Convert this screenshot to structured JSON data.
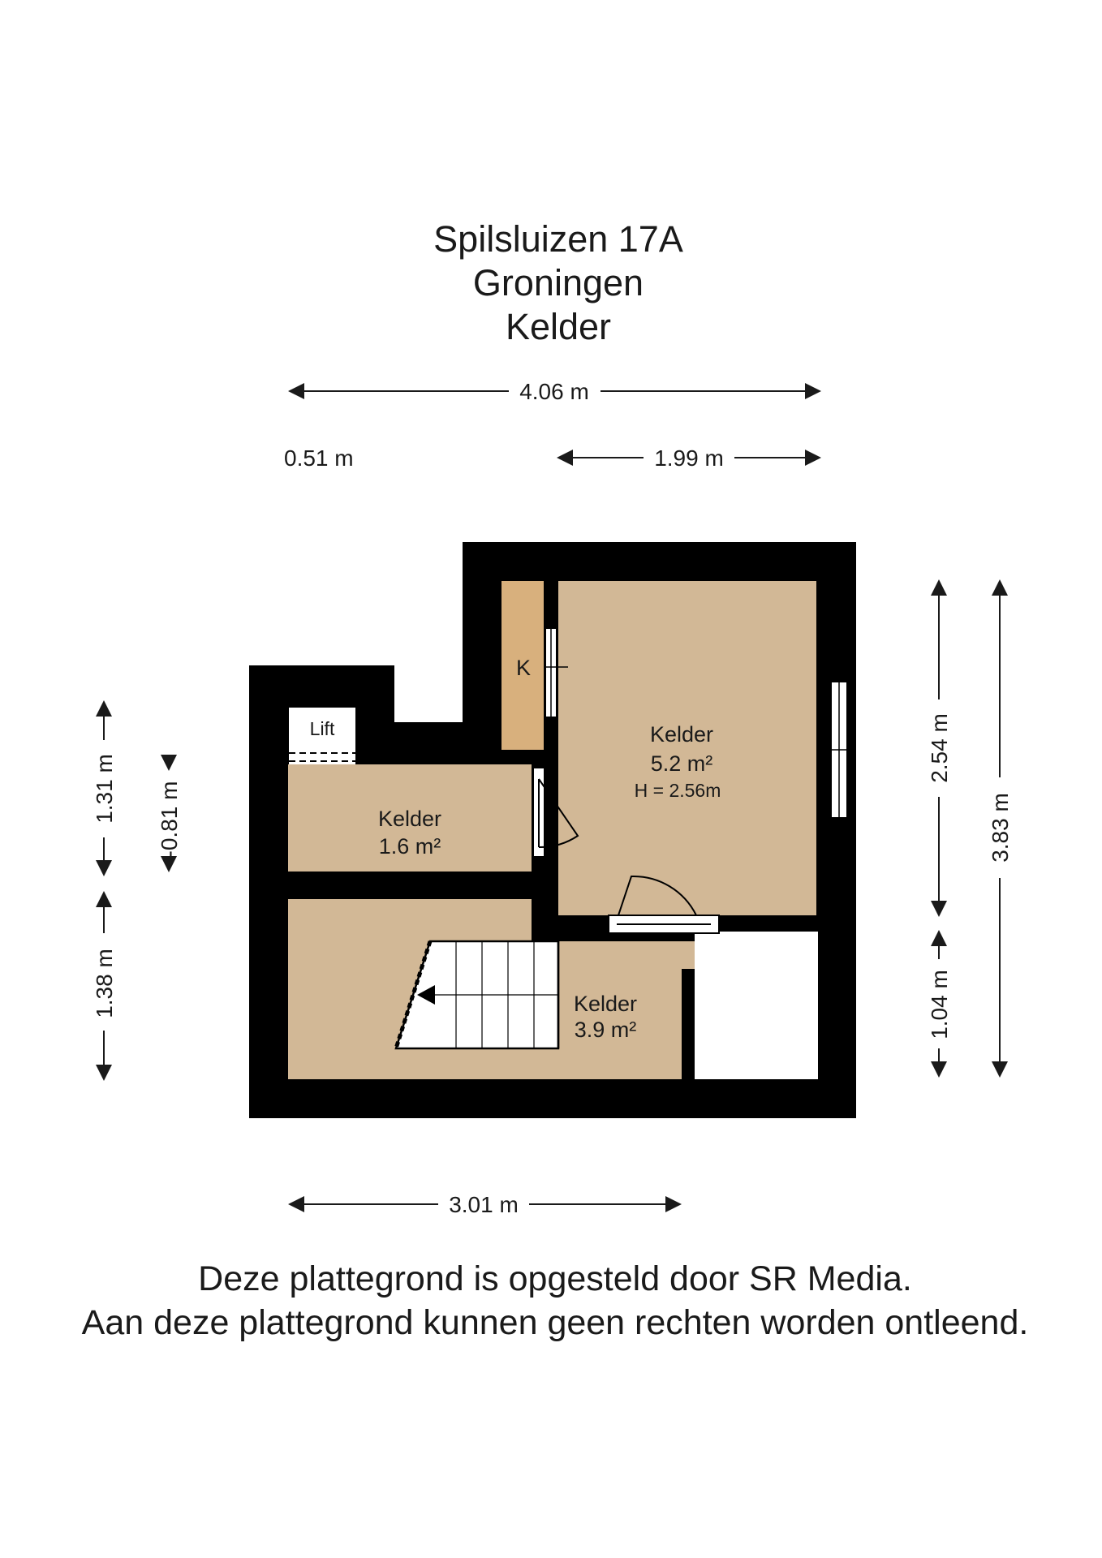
{
  "title": {
    "address": "Spilsluizen 17A",
    "city": "Groningen",
    "floor": "Kelder"
  },
  "dimensions": {
    "top_total": "4.06 m",
    "top_left": "0.51 m",
    "top_right": "1.99 m",
    "left_upper": "1.31 m",
    "left_inner": "-0.81 m",
    "left_lower": "1.38 m",
    "right_upper": "2.54 m",
    "right_lower": "1.04 m",
    "right_total": "3.83 m",
    "bottom": "3.01 m"
  },
  "rooms": {
    "main": {
      "name": "Kelder",
      "area": "5.2 m²",
      "height": "H = 2.56m"
    },
    "middle": {
      "name": "Kelder",
      "area": "1.6 m²"
    },
    "lower": {
      "name": "Kelder",
      "area": "3.9 m²"
    },
    "closet": {
      "name": "K"
    },
    "lift": {
      "name": "Lift"
    }
  },
  "footer": {
    "line1": "Deze plattegrond is opgesteld door SR Media.",
    "line2": "Aan deze plattegrond kunnen geen rechten worden ontleend."
  },
  "colors": {
    "wall": "#000000",
    "floor": "#d2b896",
    "closet": "#d8b07d",
    "background": "#ffffff"
  }
}
